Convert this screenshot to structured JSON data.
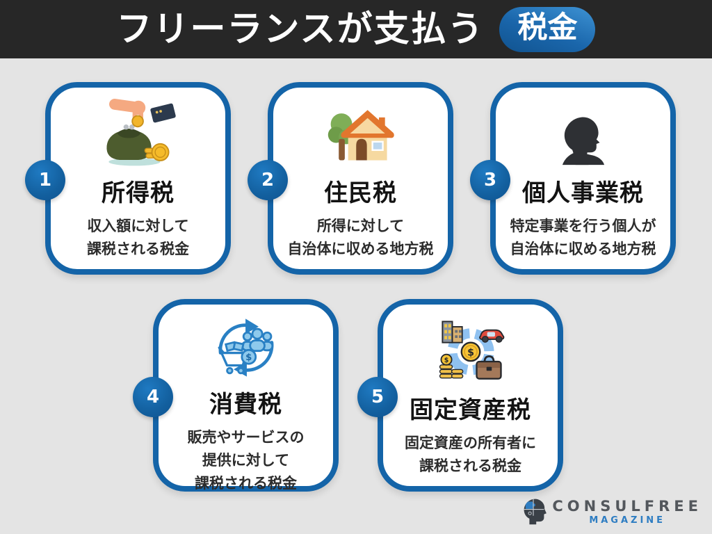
{
  "header": {
    "title": "フリーランスが支払う",
    "badge": "税金"
  },
  "cards": [
    {
      "number": "1",
      "title": "所得税",
      "desc": "収入額に対して\n課税される税金",
      "icon": "coin-purse-hand-icon"
    },
    {
      "number": "2",
      "title": "住民税",
      "desc": "所得に対して\n自治体に収める地方税",
      "icon": "house-icon"
    },
    {
      "number": "3",
      "title": "個人事業税",
      "desc": "特定事業を行う個人が\n自治体に収める地方税",
      "icon": "person-silhouette-icon"
    },
    {
      "number": "4",
      "title": "消費税",
      "desc": "販売やサービスの\n提供に対して\n課税される税金",
      "icon": "circular-economy-cart-icon"
    },
    {
      "number": "5",
      "title": "固定資産税",
      "desc": "固定資産の所有者に\n課税される税金",
      "icon": "fixed-assets-icon"
    }
  ],
  "footer": {
    "brand": "CONSULFREE",
    "sub": "MAGAZINE",
    "logo_icon": "puzzle-head-icon"
  },
  "colors": {
    "background": "#e4e4e4",
    "header_bg": "#272727",
    "accent_blue": "#1464a8",
    "badge_blue": "#13609f",
    "pill_blue": "#1a66ab",
    "magazine_blue": "#2e7dc2",
    "icon_blue": "#2980c4"
  }
}
